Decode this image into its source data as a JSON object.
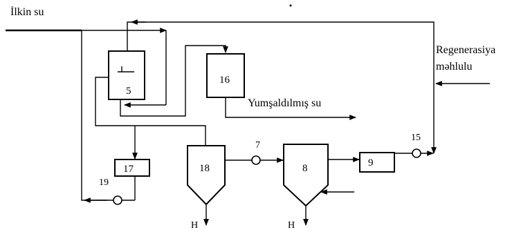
{
  "labels": {
    "source_water": "İlkin su",
    "regen_line1": "Regenerasiya",
    "regen_line2": "məhlulu",
    "softened_water": "Yumşaldılmış su",
    "drain": "H"
  },
  "units": {
    "u5": "5",
    "u16": "16",
    "u17": "17",
    "u18": "18",
    "u8": "8",
    "u9": "9"
  },
  "pumps": {
    "p7": "7",
    "p15": "15",
    "p19": "19",
    "symbol": "O"
  },
  "colors": {
    "ink": "#000000",
    "background": "#ffffff"
  }
}
